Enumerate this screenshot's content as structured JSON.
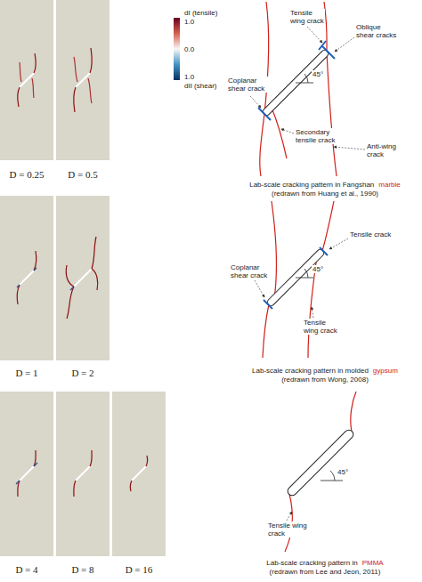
{
  "diagram": {
    "labels": [
      "D = 0.25",
      "D = 0.5",
      "D = 1",
      "D = 2",
      "D = 4",
      "D = 8",
      "D = 16",
      "dI (tensile)",
      "1.0",
      "0.0",
      "1.0",
      "dII (shear)",
      "Tensile wing crack",
      "Oblique shear cracks",
      "Coplanar shear crack",
      "45°",
      "Secondary tensile crack",
      "Anti-wing crack",
      "Lab-scale cracking pattern in Fangshan",
      "marble",
      "(redrawn from Huang et al., 1990)",
      "Tensile crack",
      "Coplanar shear crack",
      "45°",
      "Tensile wing crack",
      "Lab-scale cracking pattern in molded",
      "gypsum",
      "(redrawn from Wong, 2008)",
      "45°",
      "Tensile wing crack",
      "Lab-scale cracking pattern in",
      "PMMA",
      "(redrawn from Lee and Jeon, 2011)"
    ]
  }
}
